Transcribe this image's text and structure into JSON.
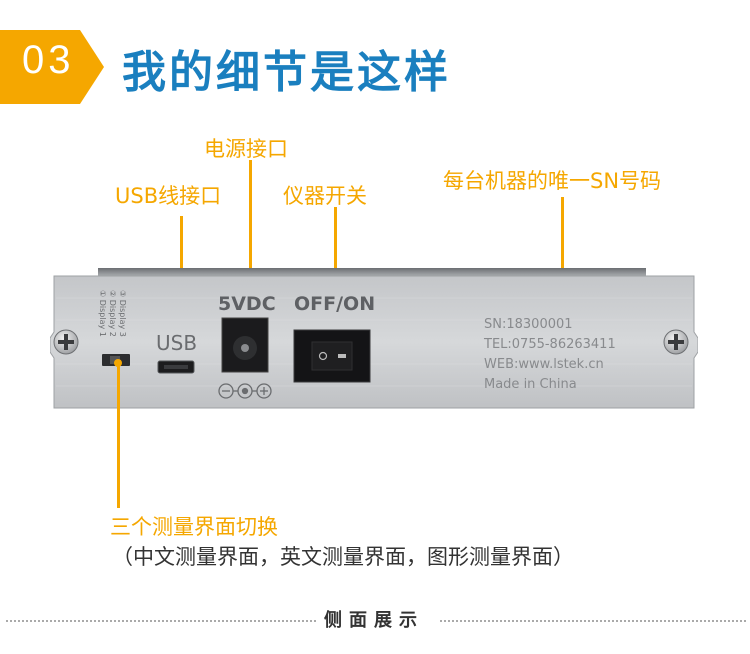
{
  "header": {
    "number": "03",
    "title": "我的细节是这样",
    "accent_color": "#f5a700",
    "title_color": "#1a7fbf"
  },
  "callouts": {
    "power_port": "电源接口",
    "usb_port": "USB线接口",
    "switch": "仪器开关",
    "serial": "每台机器的唯一SN号码",
    "display_switch": "三个测量界面切换",
    "display_switch_detail": "（中文测量界面，英文测量界面，图形测量界面）"
  },
  "panel": {
    "display_labels": [
      "① Display 1",
      "② Display 2",
      "③ Display 3"
    ],
    "usb_label": "USB",
    "power_label": "5VDC",
    "switch_label": "OFF/ON",
    "polarity_symbol": "⊖-◐-⊕",
    "sn": "SN:18300001",
    "tel": "TEL:0755-86263411",
    "web": "WEB:www.lstek.cn",
    "made_in": "Made in China"
  },
  "footer": {
    "label": "侧面展示"
  }
}
